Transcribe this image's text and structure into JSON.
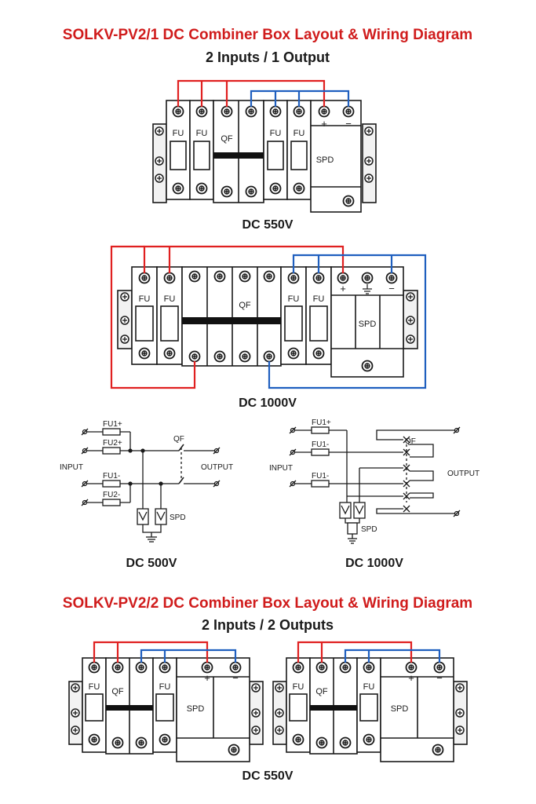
{
  "colors": {
    "title_red": "#d01c1c",
    "wire_red": "#e02020",
    "wire_blue": "#1f5fbf",
    "ink": "#1a1a1a",
    "panel": "#f2f2f2",
    "panel_dark": "#111111"
  },
  "section1": {
    "title": "SOLKV-PV2/1 DC Combiner Box Layout & Wiring Diagram",
    "subtitle": "2 Inputs / 1 Output"
  },
  "box550": {
    "fu": "FU",
    "qf": "QF",
    "spd": "SPD",
    "plus": "+",
    "minus": "−",
    "caption": "DC 550V"
  },
  "box1000": {
    "fu": "FU",
    "qf": "QF",
    "spd": "SPD",
    "plus": "+",
    "minus": "−",
    "caption": "DC 1000V"
  },
  "schem500": {
    "fu1p": "FU1+",
    "fu2p": "FU2+",
    "fu1m": "FU1-",
    "fu2m": "FU2-",
    "qf": "QF",
    "input": "INPUT",
    "output": "OUTPUT",
    "spd": "SPD",
    "caption": "DC 500V"
  },
  "schem1000": {
    "fu1p": "FU1+",
    "fu1m_a": "FU1-",
    "fu1m_b": "FU1-",
    "qf": "QF",
    "input": "INPUT",
    "output": "OUTPUT",
    "spd": "SPD",
    "caption": "DC 1000V"
  },
  "section2": {
    "title": "SOLKV-PV2/2 DC Combiner Box Layout & Wiring Diagram",
    "subtitle": "2 Inputs / 2 Outputs"
  },
  "box22": {
    "fu": "FU",
    "qf": "QF",
    "spd": "SPD",
    "plus": "+",
    "minus": "−",
    "caption": "DC 550V"
  }
}
